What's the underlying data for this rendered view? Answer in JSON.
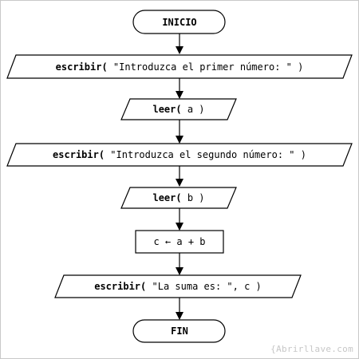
{
  "flowchart": {
    "start": "INICIO",
    "steps": [
      {
        "kind": "io",
        "keyword": "escribir(",
        "arg": " \"Introduzca el primer número: \" )"
      },
      {
        "kind": "io",
        "keyword": "leer(",
        "arg": " a )"
      },
      {
        "kind": "io",
        "keyword": "escribir(",
        "arg": " \"Introduzca el segundo número: \" )"
      },
      {
        "kind": "io",
        "keyword": "leer(",
        "arg": " b )"
      },
      {
        "kind": "process",
        "text": "c ← a + b"
      },
      {
        "kind": "io",
        "keyword": "escribir(",
        "arg": " \"La suma es: \", c )"
      }
    ],
    "end": "FIN"
  },
  "watermark": "{Abrirllave.com"
}
